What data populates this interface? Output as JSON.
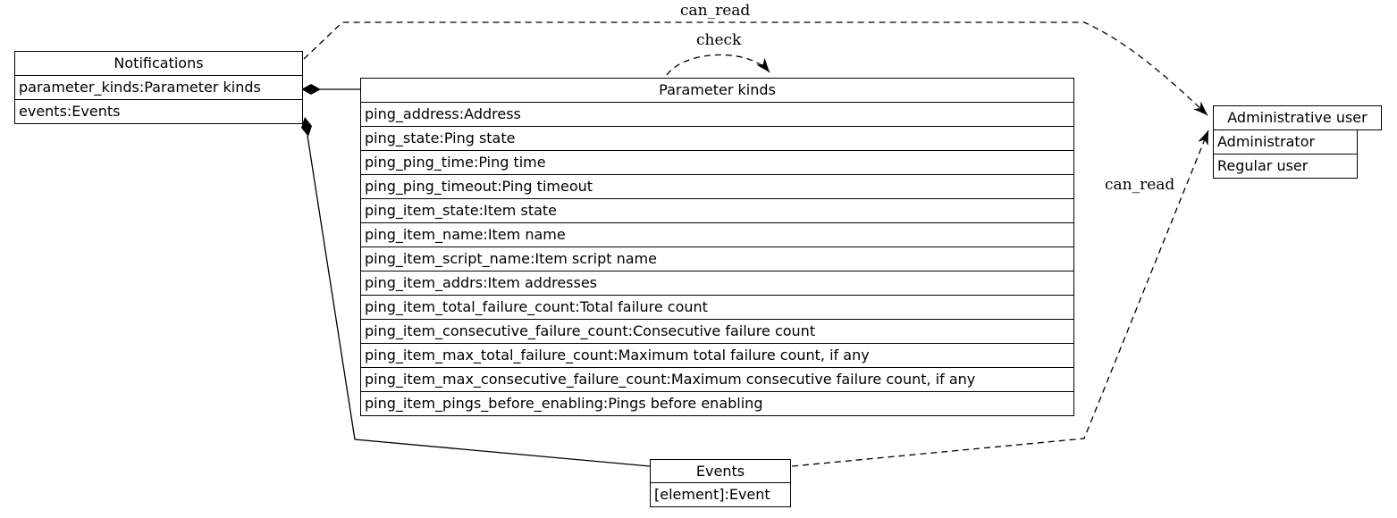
{
  "diagram": {
    "background_color": "#ffffff",
    "line_color": "#000000",
    "text_color": "#000000"
  },
  "nodes": {
    "notifications": {
      "title": "Notifications",
      "rows": [
        "parameter_kinds:Parameter kinds",
        "events:Events"
      ]
    },
    "parameter_kinds": {
      "title": "Parameter kinds",
      "rows": [
        "ping_address:Address",
        "ping_state:Ping state",
        "ping_ping_time:Ping time",
        "ping_ping_timeout:Ping timeout",
        "ping_item_state:Item state",
        "ping_item_name:Item name",
        "ping_item_script_name:Item script name",
        "ping_item_addrs:Item addresses",
        "ping_item_total_failure_count:Total failure count",
        "ping_item_consecutive_failure_count:Consecutive failure count",
        "ping_item_max_total_failure_count:Maximum total failure count, if any",
        "ping_item_max_consecutive_failure_count:Maximum consecutive failure count, if any",
        "ping_item_pings_before_enabling:Pings before enabling"
      ]
    },
    "administrative_user": {
      "title": "Administrative user",
      "rows": [
        "Administrator",
        "Regular user"
      ]
    },
    "events": {
      "title": "Events",
      "rows": [
        "[element]:Event"
      ]
    }
  },
  "edges": {
    "can_read_top": {
      "label": "can_read"
    },
    "check_loop": {
      "label": "check"
    },
    "can_read_right": {
      "label": "can_read"
    }
  }
}
